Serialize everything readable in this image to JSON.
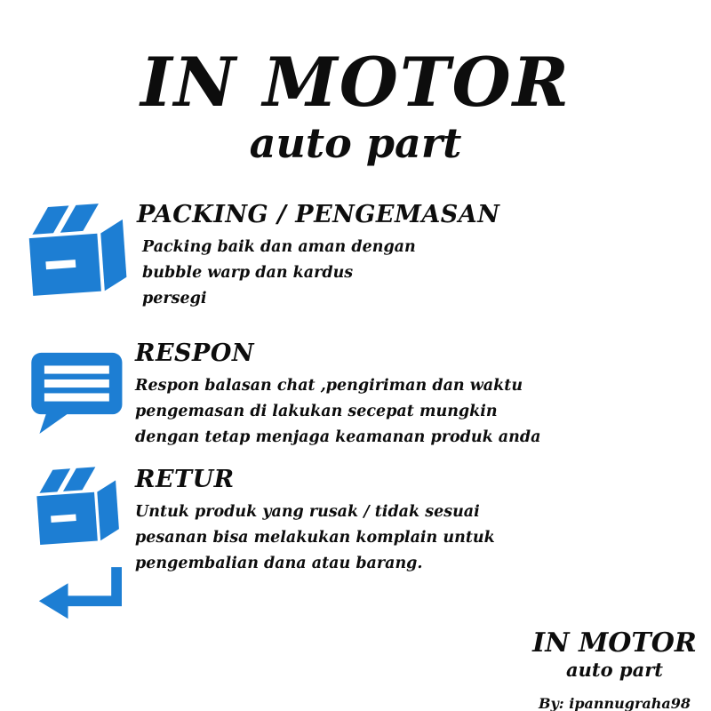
{
  "header": {
    "title": "IN MOTOR",
    "subtitle": "auto part"
  },
  "sections": [
    {
      "icon": "package-box-icon",
      "heading": "PACKING / PENGEMASAN",
      "lines": [
        "Packing baik dan aman dengan",
        "bubble warp dan kardus",
        "persegi"
      ]
    },
    {
      "icon": "chat-bubble-icon",
      "heading": "RESPON",
      "lines": [
        "Respon balasan chat ,pengiriman dan waktu",
        "pengemasan di lakukan secepat mungkin",
        "dengan tetap menjaga keamanan produk anda"
      ]
    },
    {
      "icon": "package-box-icon",
      "heading": "RETUR",
      "lines": [
        "Untuk produk yang rusak / tidak sesuai",
        "pesanan bisa melakukan komplain untuk",
        "pengembalian dana atau barang."
      ]
    }
  ],
  "footer": {
    "title": "IN MOTOR",
    "subtitle": "auto part",
    "byline": "By: ipannugraha98"
  },
  "colors": {
    "accent": "#1d7ed3",
    "text": "#111111",
    "background": "#ffffff"
  }
}
